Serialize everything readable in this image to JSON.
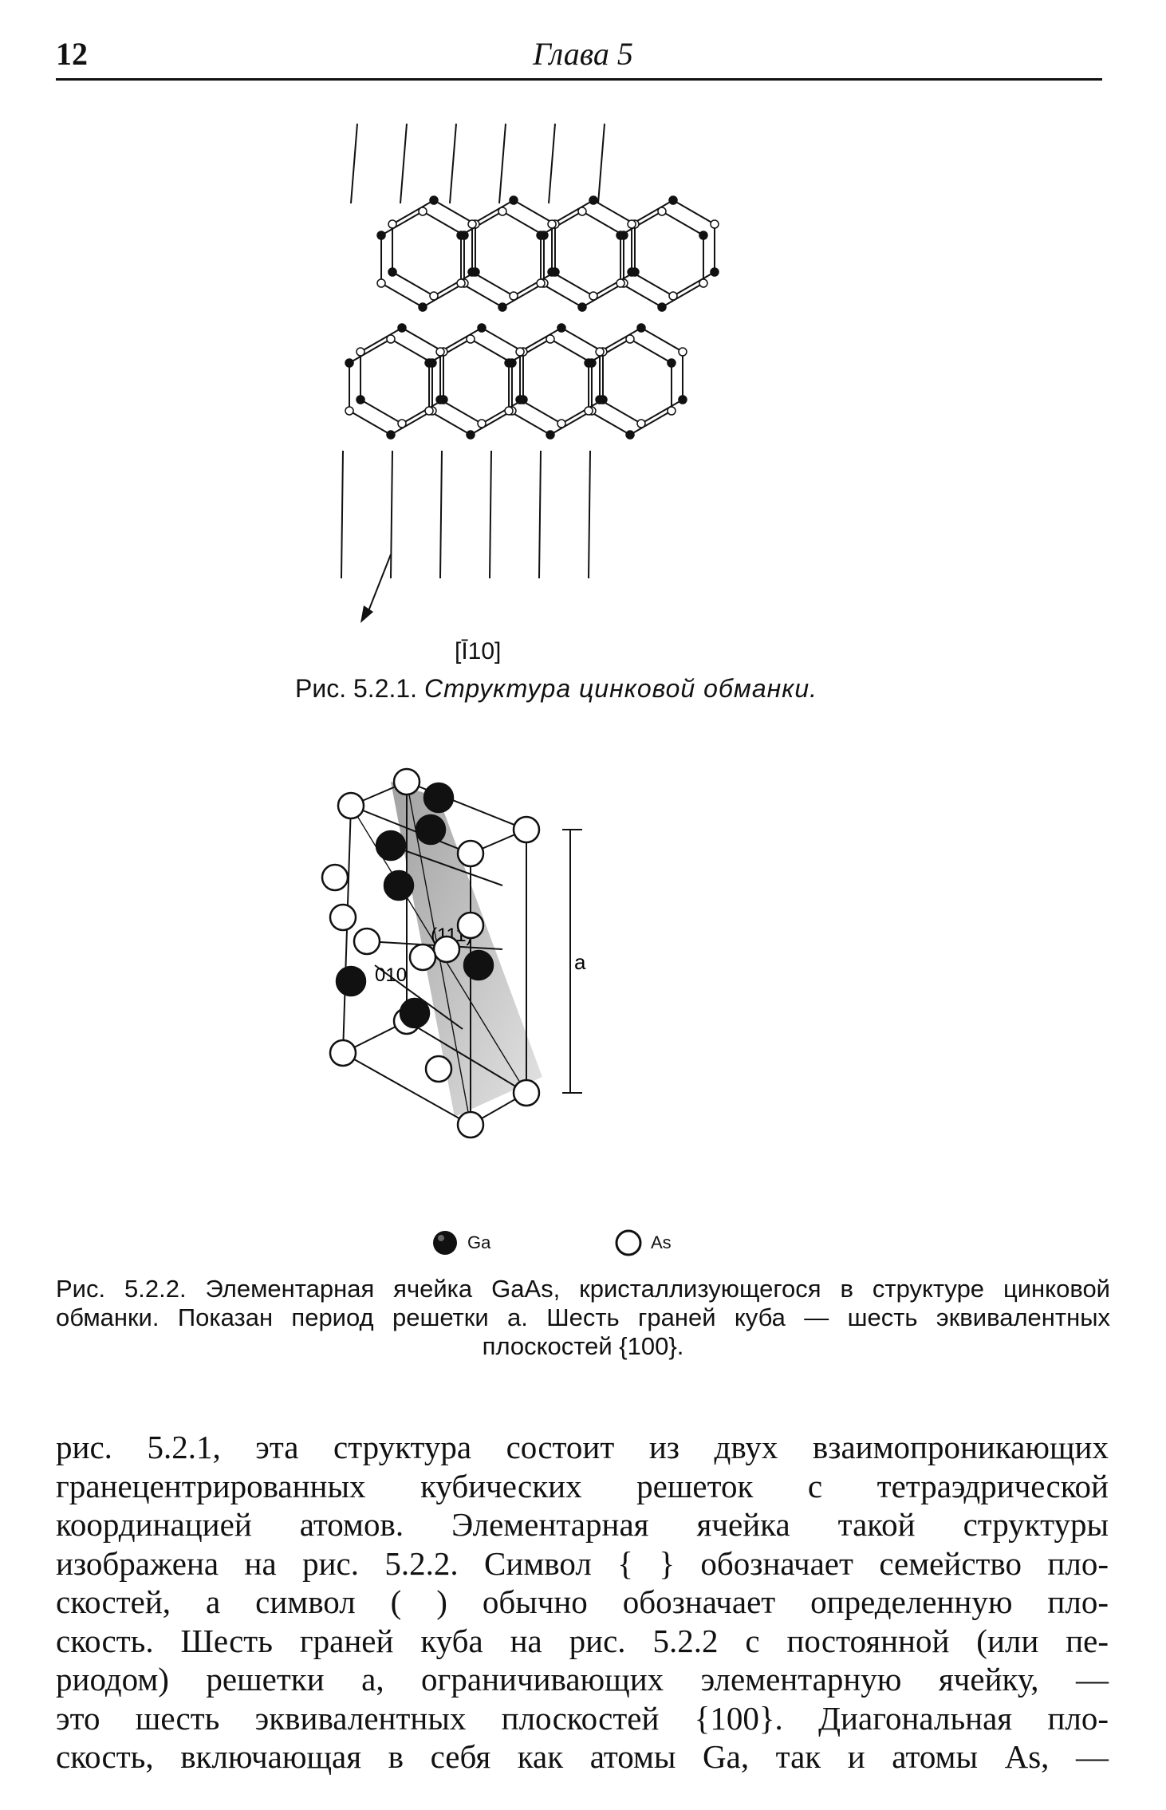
{
  "header": {
    "page_number": "12",
    "running_head": "Глава 5"
  },
  "figure1": {
    "direction_label": "[Ī10]",
    "caption_label": "Рис. 5.2.1.",
    "caption_text": "Структура цинковой обманки."
  },
  "figure2": {
    "edge_label": "a",
    "plane_010": "010",
    "plane_111": "(111)",
    "legend": {
      "ga_label": "Ga",
      "as_label": "As"
    },
    "caption": "Рис. 5.2.2. Элементарная ячейка GaAs, кристаллизующегося в структуре цинковой обманки. Показан период решетки a. Шесть граней куба — шесть эквивалентных плоскостей {100}."
  },
  "body": {
    "lines": [
      "рис. 5.2.1, эта структура состоит из двух взаимопроникающих",
      "гранецентрированных кубических решеток с тетраэдрической",
      "координацией атомов. Элементарная ячейка такой структуры",
      "изображена на рис. 5.2.2. Символ { } обозначает семейство пло-",
      "скостей, а символ ( ) обычно обозначает определенную пло-",
      "скость. Шесть граней куба на рис. 5.2.2 с постоянной (или пе-",
      "риодом) решетки a, ограничивающих элементарную ячейку, —",
      "это шесть эквивалентных плоскостей {100}. Диагональная пло-",
      "скость, включающая в себя как атомы Ga, так и атомы As, —"
    ]
  }
}
